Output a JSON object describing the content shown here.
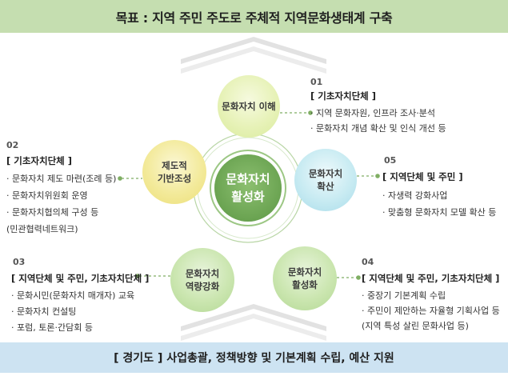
{
  "top_banner": {
    "text": "목표 : 지역 주민 주도로 주체적 지역문화생태계 구축"
  },
  "bottom_banner": {
    "text": "[ 경기도 ] 사업총괄, 정책방향 및 기본계획 수립, 예산 지원"
  },
  "center": {
    "line1": "문화자치",
    "line2": "활성화"
  },
  "circles": [
    {
      "line1": "문화자치 이해",
      "line2": ""
    },
    {
      "line1": "제도적",
      "line2": "기반조성"
    },
    {
      "line1": "문화자치",
      "line2": "역량강화"
    },
    {
      "line1": "문화자치",
      "line2": "활성화"
    },
    {
      "line1": "문화자치",
      "line2": "확산"
    }
  ],
  "groups": [
    {
      "num": "01",
      "head": "[ 기초자치단체 ]",
      "items": [
        "· 지역 문화자원, 인프라 조사·분석",
        "· 문화자치 개념 확산 및 인식 개선 등"
      ]
    },
    {
      "num": "02",
      "head": "[ 기초자치단체 ]",
      "items": [
        "· 문화자치 제도 마련(조례 등)",
        "· 문화자치위원회 운영",
        "· 문화자치협의체 구성 등",
        "(민관협력네트워크)"
      ]
    },
    {
      "num": "03",
      "head": "[ 지역단체 및 주민, 기초자치단체 ]",
      "items": [
        "· 문화시민(문화자치 매개자) 교육",
        "· 문화자치 컨설팅",
        "· 포럼, 토론·간담회 등"
      ]
    },
    {
      "num": "04",
      "head": "[ 지역단체 및 주민, 기초자치단체 ]",
      "items": [
        "· 중장기 기본계획 수립",
        "· 주민이 제안하는 자율형 기획사업 등",
        "(지역 특성 살린 문화사업 등)"
      ]
    },
    {
      "num": "05",
      "head": "[ 지역단체 및 주민 ]",
      "items": [
        "· 자생력 강화사업",
        "· 맞춤형 문화자치 모델 확산 등"
      ]
    }
  ],
  "colors": {
    "top_banner": "#c5deb0",
    "bottom_banner": "#cde3f2",
    "center": "#6aa351"
  }
}
